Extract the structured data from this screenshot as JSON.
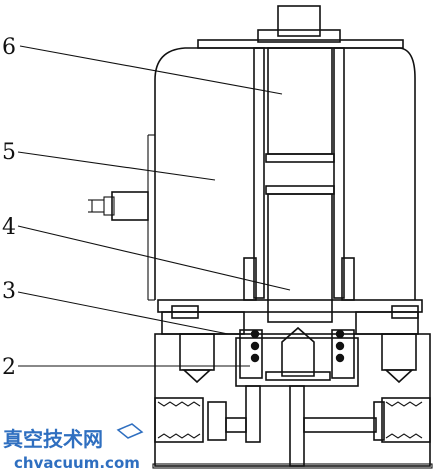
{
  "labels": {
    "l6": "6",
    "l5": "5",
    "l4": "4",
    "l3": "3",
    "l2": "2"
  },
  "watermark": {
    "cn": "真空技术网",
    "url": "chvacuum.com"
  }
}
